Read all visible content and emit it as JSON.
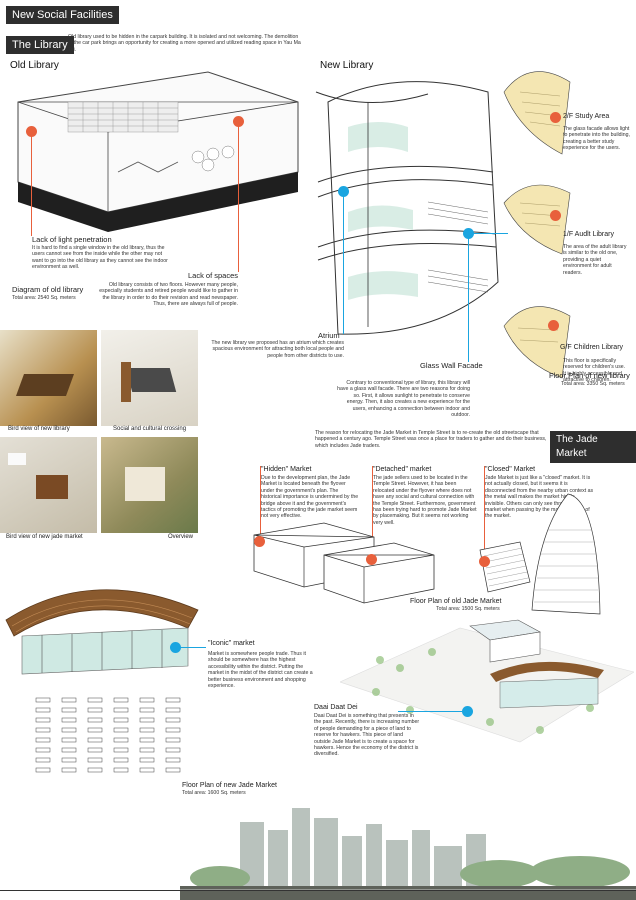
{
  "header": {
    "title": "New Social Facilities"
  },
  "library": {
    "band": "The Library",
    "intro": "Old library used to be hidden in the carpark building. It is isolated and not welcoming. The demolition of the car park brings an opportunity for creating a more opened and utilized reading space in Yau Ma Tei.",
    "old_title": "Old Library",
    "new_title": "New Library",
    "lack_light_title": "Lack of light penetration",
    "lack_light_text": "It is hard to find a single window in the old library, thus the users cannot see from the inside while the other may not want to go into the old library as they cannot see the indoor environment as well.",
    "lack_space_title": "Lack of spaces",
    "lack_space_text": "Old library consists of two floors. However many people, especially students and retired people would like to gather in the library in order to do their revision and read newspaper. Thus, there are always full of people.",
    "diagram_title": "Diagram of old library",
    "diagram_area": "Total area: 2540 Sq. meters",
    "atrium_title": "Atrium",
    "atrium_text": "The new library we proposed has an atrium which creates spacious environment for attracting both local people and people from other districts to use.",
    "glass_title": "Glass Wall Facade",
    "glass_text": "Contrary to conventional type of library, this library will have a glass wall facade. There are two reasons for doing so. First, it allows sunlight to penetrate to conserve energy. Then, it also creates a new experience for the users, enhancing a connection between indoor and outdoor.",
    "study_title": "2/F Study Area",
    "study_text": "The glass facade allows light to penetrate into the building, creating a better study experience for the users.",
    "adult_title": "1/F Audlt Library",
    "adult_text": "The area of the adult library is similar to the old one, providing a quiet environment for adult readers.",
    "children_title": "G/F Children Library",
    "children_text": "This floor is specifically reserved for children's use. It is highly accessible and attractive to children.",
    "plan_title": "Floor Plan of new library",
    "plan_area": "Total area: 3350 Sq. meters"
  },
  "photos": {
    "p1": "Bird view of new library",
    "p2": "Social and cultural crossing",
    "p3": "Bird view of new jade market",
    "p4": "Overview"
  },
  "jade": {
    "band": "The Jade Market",
    "intro": "The reason for relocating the Jade Market in Temple Street is to re-create the old streetscape that happened a century ago. Temple Street was once a place for traders to gather and do their business, which includes Jade traders.",
    "hidden_title": "\"Hidden\" Market",
    "hidden_text": "Due to the development plan, the Jade Market is located beneath the flyover under the government's plan. The historical importance is undermined by the bridge above it and the government's tactics of promoting the jade market seem not very effective.",
    "detached_title": "\"Detached\" market",
    "detached_text": "The jade sellers used to be located in the Temple Street. However, it has been relocated under the flyover where does not have any social and cultural connection with the Temple Street. Furthermore, government has been trying hard to promote Jade Market by placemaking. But it seems not working very well.",
    "closed_title": "\"Closed\" Market",
    "closed_text": "Jade Market is just like a \"closed\" market. It is not actually closed, but it seems it is disconnected from the nearby urban context as the metal wall makes the market highly invisible. Others can only see through the market when passing by the main entrance of the market.",
    "old_plan_title": "Floor Plan of old Jade Market",
    "old_plan_area": "Total area: 1500 Sq. meters",
    "iconic_title": "\"Iconic\" market",
    "iconic_text": "Market is somewhere people trade. Thus it should be somewhere has the highest accessibility within the district. Putting the market in the midst of the district can create a better business environment and shopping experience.",
    "daai_title": "Daai Daat Dei",
    "daai_text": "Daai Daat Dei is something that presents in the past. Recently, there is increasing number of people demanding for a piece of land to reserve for hawkers. This piece of land outside Jade Market is to create a space for hawkers. Hence the economy of the district is diversified.",
    "new_plan_title": "Floor Plan of new Jade Market",
    "new_plan_area": "Total area: 1600 Sq. meters"
  },
  "colors": {
    "orange": "#e8603c",
    "blue": "#1aa5e0",
    "band": "#2e2e2e",
    "cream": "#f4e6b2"
  }
}
